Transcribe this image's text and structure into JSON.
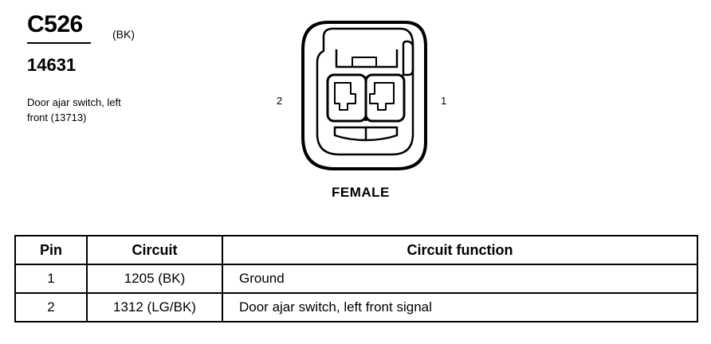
{
  "connector": {
    "id": "C526",
    "color": "(BK)",
    "part_number": "14631",
    "description_line1": "Door ajar switch, left",
    "description_line2": "front (13713)"
  },
  "diagram": {
    "pin_left_label": "2",
    "pin_right_label": "1",
    "gender": "FEMALE"
  },
  "table": {
    "headers": [
      "Pin",
      "Circuit",
      "Circuit function"
    ],
    "rows": [
      {
        "pin": "1",
        "circuit": "1205 (BK)",
        "function": "Ground"
      },
      {
        "pin": "2",
        "circuit": "1312 (LG/BK)",
        "function": "Door ajar switch, left front  signal"
      }
    ]
  }
}
